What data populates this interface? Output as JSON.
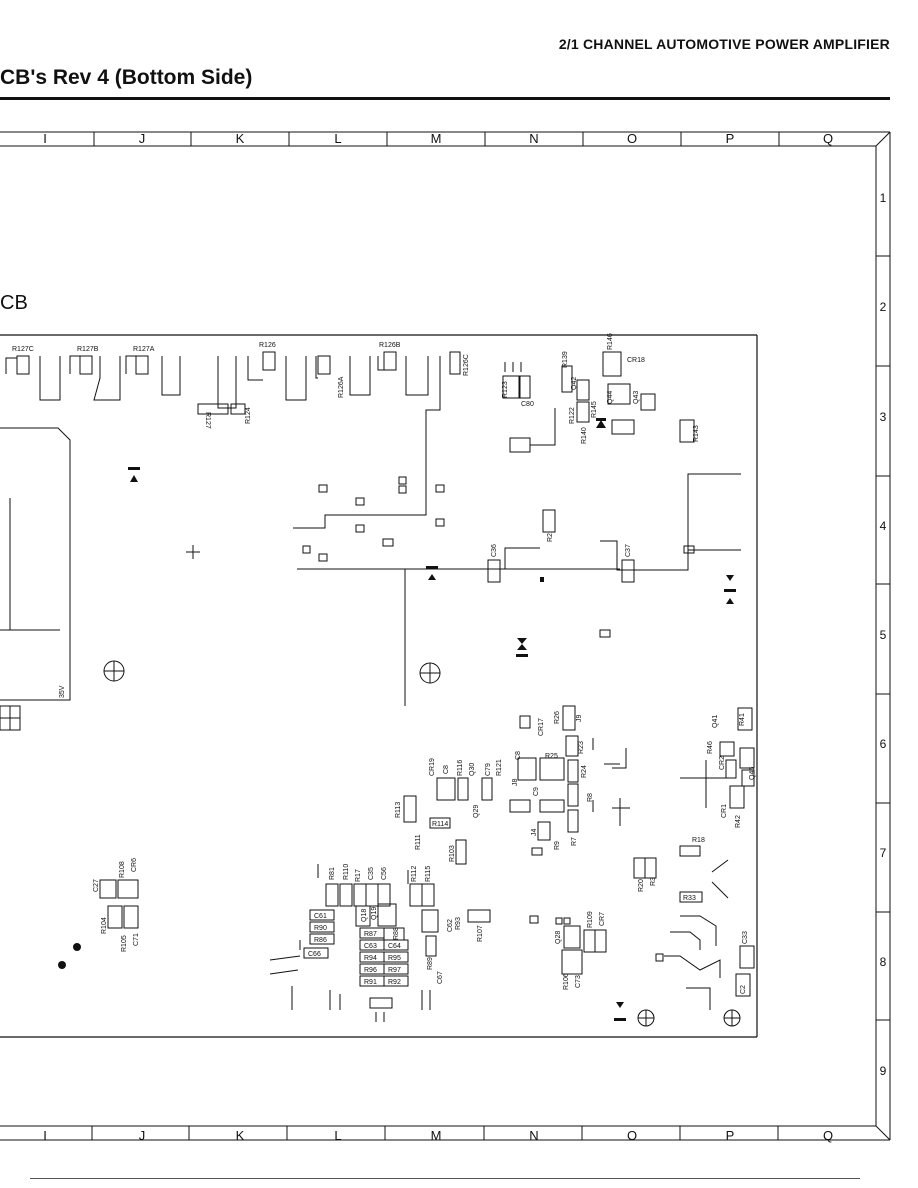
{
  "header": {
    "product_title": "2/1 CHANNEL AUTOMOTIVE POWER AMPLIFIER",
    "page_title": "CB's Rev 4 (Bottom Side)",
    "pcb_label": "CB"
  },
  "grid": {
    "columns": [
      "I",
      "J",
      "K",
      "L",
      "M",
      "N",
      "O",
      "P",
      "Q"
    ],
    "rows": [
      "1",
      "2",
      "3",
      "4",
      "5",
      "6",
      "7",
      "8",
      "9"
    ]
  },
  "voltage_label": "35V",
  "components": {
    "r127c": "R127C",
    "r127b": "R127B",
    "r127a": "R127A",
    "r126": "R126",
    "r126b": "R126B",
    "r126c": "R126C",
    "r126a": "R126A",
    "r127": "R127",
    "r124": "R124",
    "r139": "R139",
    "r146": "R146",
    "cr18": "CR18",
    "r123": "R123",
    "q42": "Q42",
    "q44": "Q44",
    "q43": "Q43",
    "c80": "C80",
    "r122": "R122",
    "r145": "R145",
    "r140": "R140",
    "r143": "R143",
    "r2": "R2",
    "c36": "C36",
    "c37": "C37",
    "cr17": "CR17",
    "r26": "R26",
    "j9": "J9",
    "r23": "R23",
    "r25": "R25",
    "c8": "C8",
    "cr19": "CR19",
    "c8b": "C8",
    "r116": "R116",
    "q30": "Q30",
    "c79": "C79",
    "r121": "R121",
    "j8": "J8",
    "r24": "R24",
    "c9": "C9",
    "r8": "R8",
    "q29": "Q29",
    "r113": "R113",
    "r114": "R114",
    "r111": "R111",
    "r103": "R103",
    "j4": "J4",
    "r9": "R9",
    "r7": "R7",
    "q41": "Q41",
    "r41": "R41",
    "r46": "R46",
    "cr2": "CR2",
    "q45": "Q45",
    "cr1": "CR1",
    "r42": "R42",
    "r18": "R18",
    "r20": "R20",
    "r3": "R3",
    "r33": "R33",
    "c33": "C33",
    "c2": "C2",
    "c27": "C27",
    "r108": "R108",
    "cr6": "CR6",
    "r104": "R104",
    "r105": "R105",
    "c71": "C71",
    "r81": "R81",
    "r110": "R110",
    "r17": "R17",
    "c35": "C35",
    "c56": "C56",
    "r112": "R112",
    "r115": "R115",
    "c61": "C61",
    "r90": "R90",
    "r86": "R86",
    "q18": "Q18",
    "q19": "Q19",
    "r87": "R87",
    "r88": "R88",
    "c63": "C63",
    "c64": "C64",
    "r94": "R94",
    "r95": "R95",
    "r96": "R96",
    "r97": "R97",
    "r91": "R91",
    "r92": "R92",
    "c66": "C66",
    "c62": "C62",
    "r93": "R93",
    "r89": "R89",
    "c67": "C67",
    "r107": "R107",
    "q28": "Q28",
    "r109": "R109",
    "cr7": "CR7",
    "r106": "R106",
    "c73": "C73"
  }
}
